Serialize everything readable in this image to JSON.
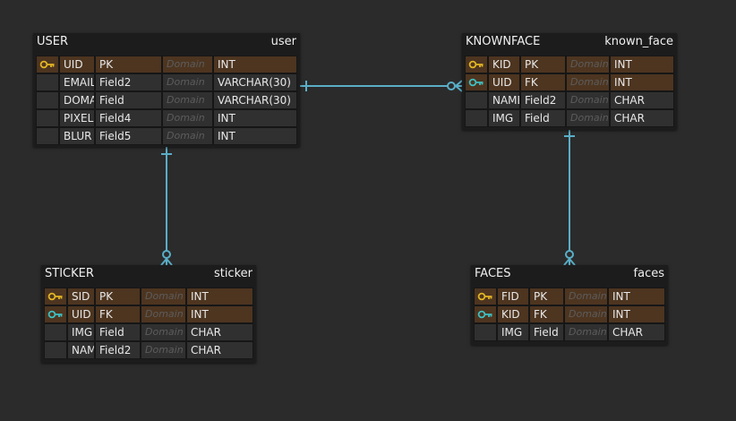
{
  "colors": {
    "background": "#2b2b2b",
    "pk_key": "#e2b624",
    "fk_key": "#3fc0c2",
    "connector": "#5aaec7"
  },
  "entities": {
    "user": {
      "name": "USER",
      "table": "user",
      "columns": [
        {
          "key": "pk-key-icon",
          "name": "UID",
          "kind": "PK",
          "domain": "Domain",
          "type": "INT"
        },
        {
          "key": "",
          "name": "EMAIL",
          "kind": "Field2",
          "domain": "Domain",
          "type": "VARCHAR(30)"
        },
        {
          "key": "",
          "name": "DOMAIN",
          "kind": "Field",
          "domain": "Domain",
          "type": "VARCHAR(30)"
        },
        {
          "key": "",
          "name": "PIXEL",
          "kind": "Field4",
          "domain": "Domain",
          "type": "INT"
        },
        {
          "key": "",
          "name": "BLUR",
          "kind": "Field5",
          "domain": "Domain",
          "type": "INT"
        }
      ]
    },
    "knownface": {
      "name": "KNOWNFACE",
      "table": "known_face",
      "columns": [
        {
          "key": "pk-key-icon",
          "name": "KID",
          "kind": "PK",
          "domain": "Domain",
          "type": "INT"
        },
        {
          "key": "fk-key-icon",
          "name": "UID",
          "kind": "FK",
          "domain": "Domain",
          "type": "INT"
        },
        {
          "key": "",
          "name": "NAME",
          "kind": "Field2",
          "domain": "Domain",
          "type": "CHAR"
        },
        {
          "key": "",
          "name": "IMG",
          "kind": "Field",
          "domain": "Domain",
          "type": "CHAR"
        }
      ]
    },
    "sticker": {
      "name": "STICKER",
      "table": "sticker",
      "columns": [
        {
          "key": "pk-key-icon",
          "name": "SID",
          "kind": "PK",
          "domain": "Domain",
          "type": "INT"
        },
        {
          "key": "fk-key-icon",
          "name": "UID",
          "kind": "FK",
          "domain": "Domain",
          "type": "INT"
        },
        {
          "key": "",
          "name": "IMG",
          "kind": "Field",
          "domain": "Domain",
          "type": "CHAR"
        },
        {
          "key": "",
          "name": "NAME",
          "kind": "Field2",
          "domain": "Domain",
          "type": "CHAR"
        }
      ]
    },
    "faces": {
      "name": "FACES",
      "table": "faces",
      "columns": [
        {
          "key": "pk-key-icon",
          "name": "FID",
          "kind": "PK",
          "domain": "Domain",
          "type": "INT"
        },
        {
          "key": "fk-key-icon",
          "name": "KID",
          "kind": "FK",
          "domain": "Domain",
          "type": "INT"
        },
        {
          "key": "",
          "name": "IMG",
          "kind": "Field",
          "domain": "Domain",
          "type": "CHAR"
        }
      ]
    }
  },
  "relationships": [
    {
      "from": "user",
      "to": "knownface",
      "from_card": "one",
      "to_card": "zero-or-many"
    },
    {
      "from": "user",
      "to": "sticker",
      "from_card": "one",
      "to_card": "zero-or-many"
    },
    {
      "from": "knownface",
      "to": "faces",
      "from_card": "one",
      "to_card": "zero-or-many"
    }
  ]
}
